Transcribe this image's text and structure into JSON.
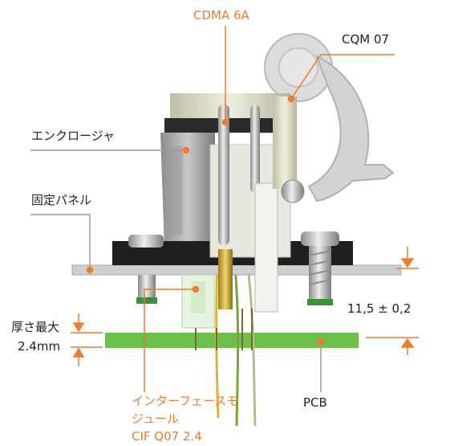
{
  "colors": {
    "accent": "#f07a2e",
    "text": "#222222",
    "pcb": "#6bbf4a",
    "background": "#ffffff"
  },
  "labels": {
    "cdma": "CDMA 6A",
    "cqm": "CQM 07",
    "enclosure": "エンクロージャ",
    "fixed_panel": "固定パネル",
    "dimension": "11,5 ± 0,2",
    "thickness_line1": "厚さ最大",
    "thickness_line2": "2.4mm",
    "pcb": "PCB",
    "interface_line1": "インターフェースモ",
    "interface_line2": "ジュール",
    "interface_line3": "CIF Q07 2.4"
  }
}
